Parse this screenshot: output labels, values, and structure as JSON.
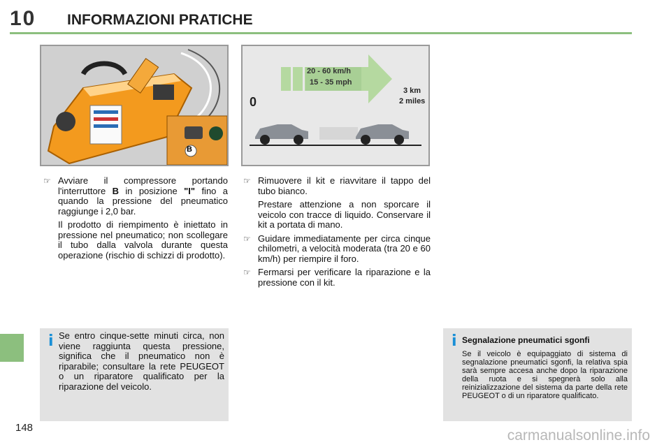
{
  "header": {
    "chapter_number": "10",
    "chapter_title": "INFORMAZIONI PRATICHE"
  },
  "page_number": "148",
  "figure1": {
    "callout_label": "B"
  },
  "figure2": {
    "speed_kmh": "20 - 60 km/h",
    "speed_mph": "15 - 35 mph",
    "start_label": "0",
    "distance_km": "3 km",
    "distance_miles": "2 miles"
  },
  "column_left": {
    "bullet1": {
      "line_a": "Avviare il compressore portando l'interruttore ",
      "switch_letter": "B",
      "line_b": " in posizione ",
      "position_label": "\"I\"",
      "line_c": " fino a quando la pressione del pneumatico raggiunge i 2,0 bar.",
      "para2": "Il prodotto di riempimento è iniettato in pressione nel pneumatico; non scollegare il tubo dalla valvola durante questa operazione (rischio di schizzi di prodotto)."
    }
  },
  "column_right": {
    "bullet1": "Rimuovere il kit e riavvitare il tappo del tubo bianco.",
    "bullet1_para2": "Prestare attenzione a non sporcare il veicolo con tracce di liquido. Conservare il kit a portata di mano.",
    "bullet2": "Guidare immediatamente per circa cinque chilometri, a velocità moderata (tra 20 e 60 km/h) per riempire il foro.",
    "bullet3": "Fermarsi per verificare la riparazione e la pressione con il kit."
  },
  "info_left": {
    "icon": "info-icon",
    "text": "Se entro cinque-sette minuti circa, non viene raggiunta questa pressione, significa che il pneumatico non è riparabile; consultare la rete PEUGEOT o un riparatore qualificato per la riparazione del veicolo."
  },
  "info_right": {
    "icon": "info-icon",
    "title": "Segnalazione pneumatici sgonfi",
    "text": "Se il veicolo è equipaggiato di sistema di segnalazione pneumatici sgonfi, la relativa spia sarà sempre accesa anche dopo la riparazione della ruota e si spegnerà solo alla reinizializzazione del sistema da parte della rete PEUGEOT o di un riparatore qualificato."
  },
  "watermark": "carmanualsonline.info",
  "colors": {
    "accent_green": "#8cbf7e",
    "info_blue": "#1a8fd6",
    "info_bg": "#e2e2e2",
    "compressor_orange": "#f39a1e"
  }
}
